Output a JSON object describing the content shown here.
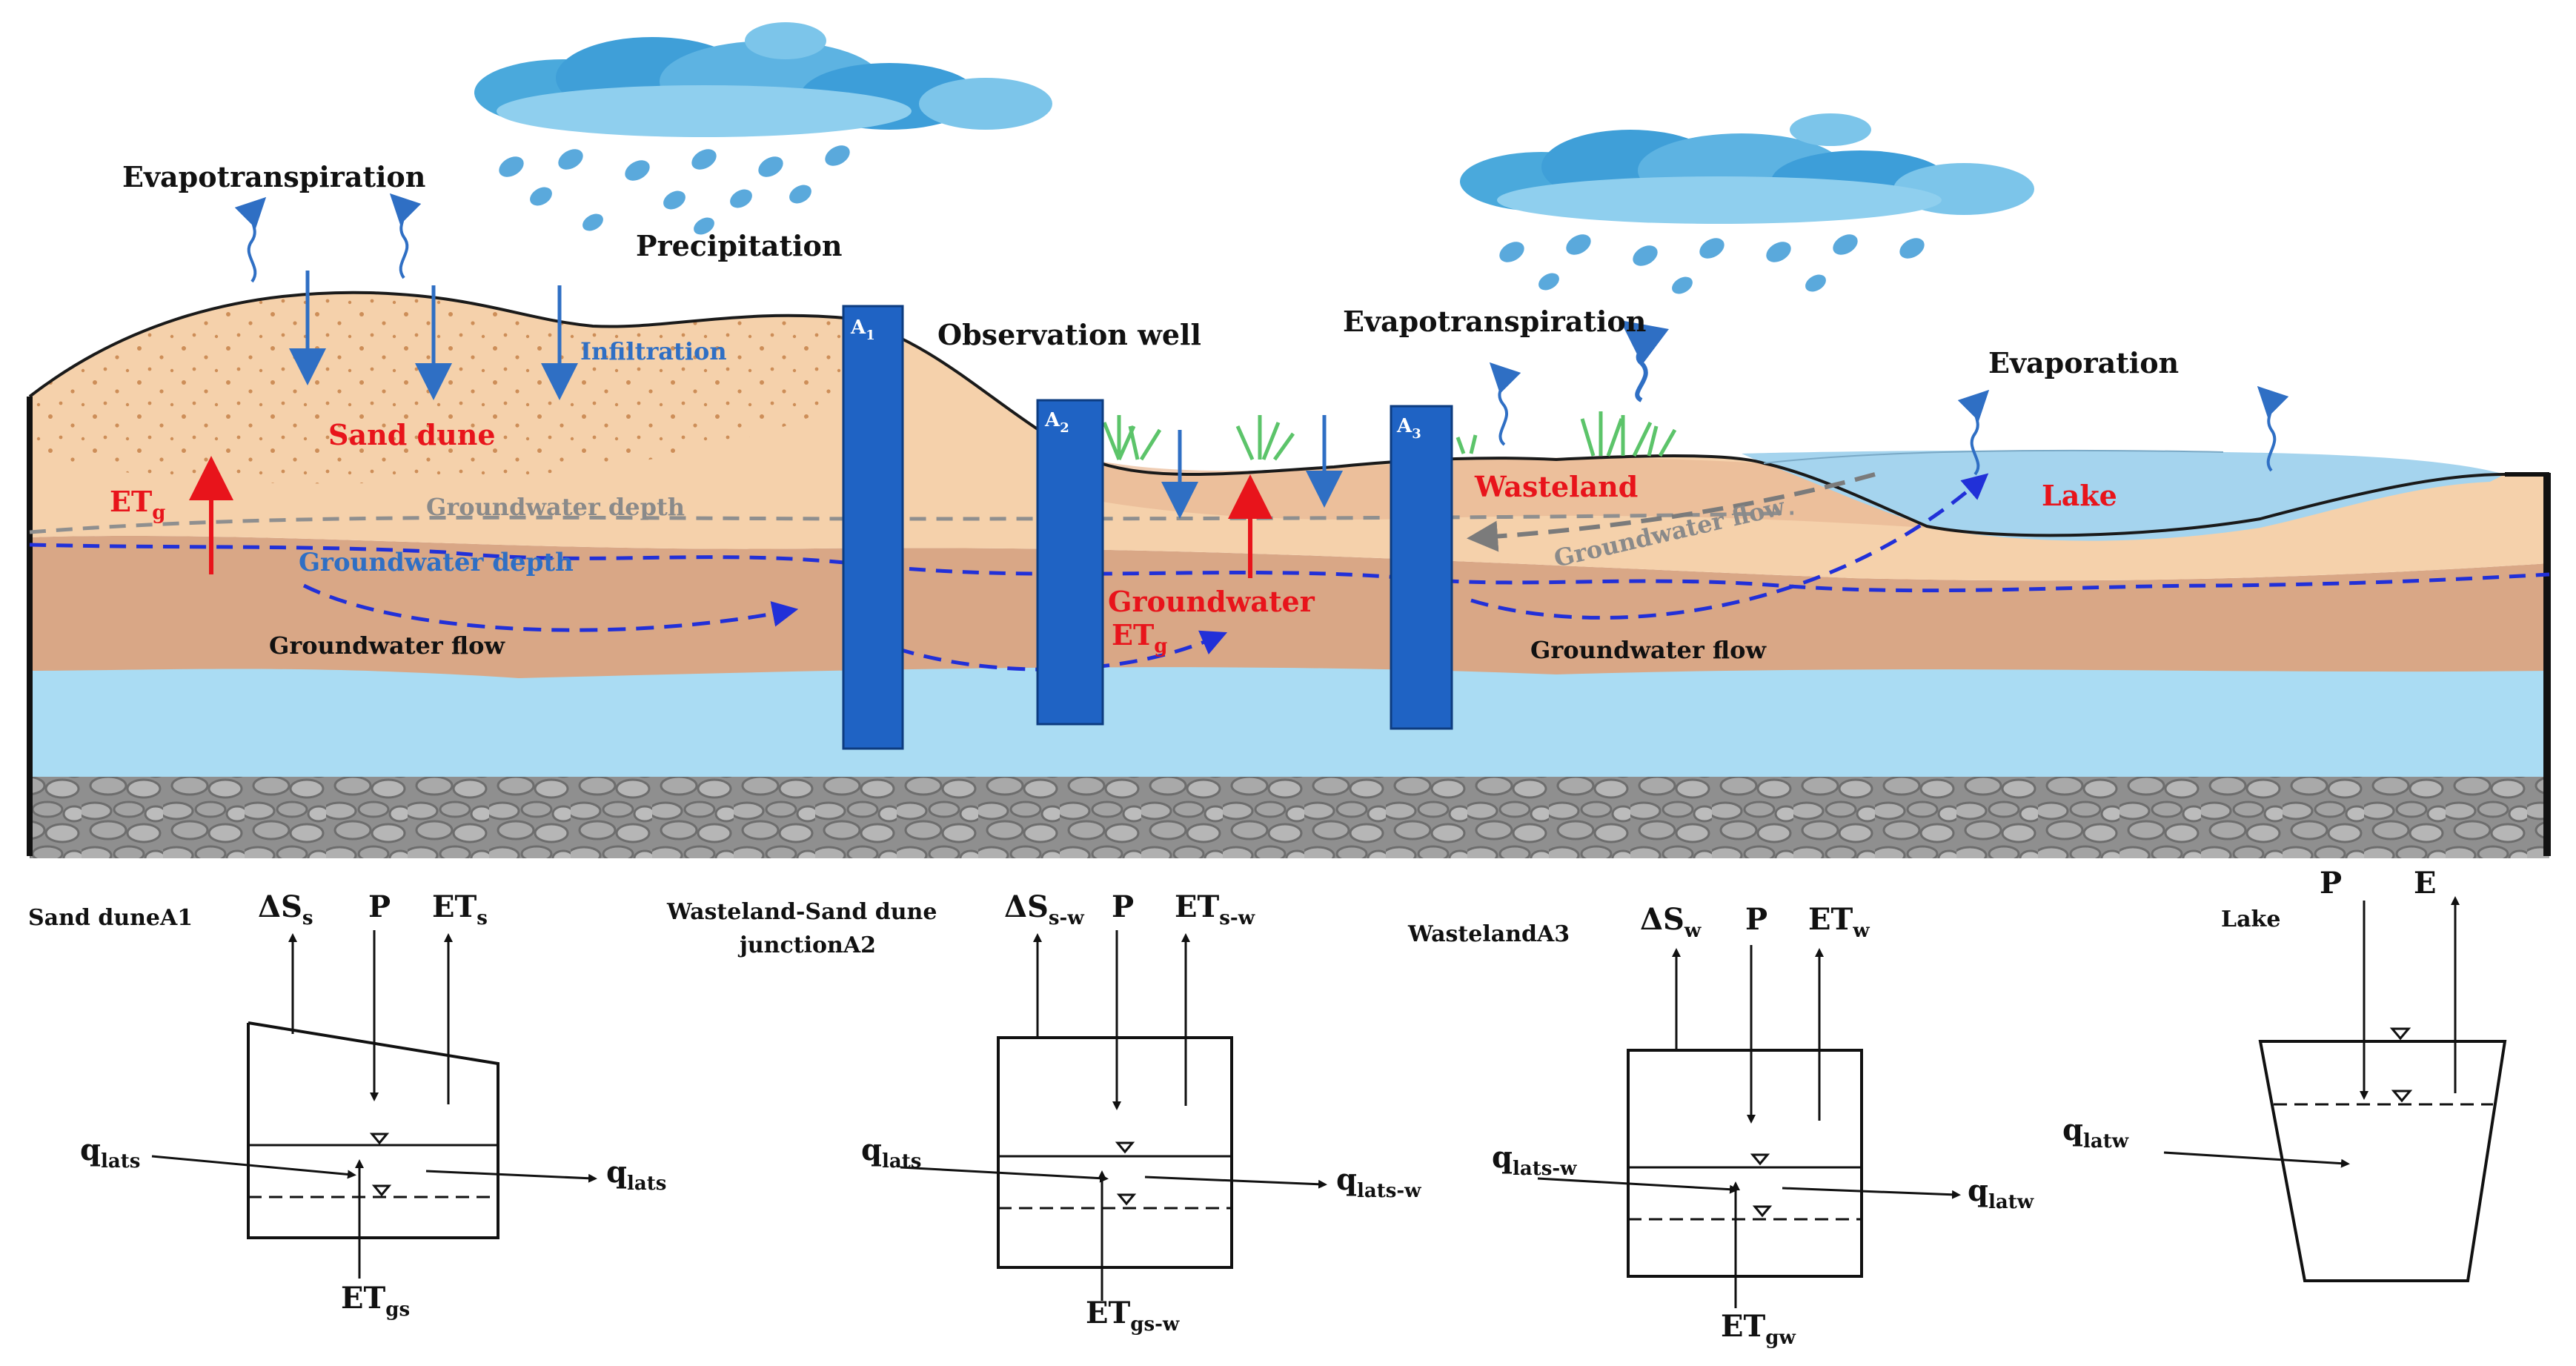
{
  "scene": {
    "labels": {
      "evapotranspiration_left": "Evapotranspiration",
      "precipitation": "Precipitation",
      "infiltration": "Infiltration",
      "sand_dune": "Sand dune",
      "groundwater_depth_grey": "Groundwater depth",
      "groundwater_depth_blue": "Groundwater depth",
      "groundwater_flow_left": "Groundwater flow",
      "observation_well": "Observation well",
      "evapotranspiration_right": "Evapotranspiration",
      "evaporation": "Evaporation",
      "wasteland": "Wasteland",
      "lake": "Lake",
      "groundwater_flow_grey": "Groundwater flow",
      "groundwater_red": "Groundwater",
      "groundwater_flow_right": "Groundwater flow"
    },
    "etg_left": {
      "base": "ET",
      "sub": "g"
    },
    "etg_mid": {
      "base": "ET",
      "sub": "g"
    },
    "wells": [
      {
        "base": "A",
        "sub": "1"
      },
      {
        "base": "A",
        "sub": "2"
      },
      {
        "base": "A",
        "sub": "3"
      }
    ]
  },
  "boxes": [
    {
      "title": "Sand duneA1",
      "storage": {
        "base": "ΔS",
        "sub": "s"
      },
      "p": "P",
      "et": {
        "base": "ET",
        "sub": "s"
      },
      "q_in": {
        "base": "q",
        "sub": "lats"
      },
      "q_out": {
        "base": "q",
        "sub": "lats"
      },
      "etg": {
        "base": "ET",
        "sub": "gs"
      }
    },
    {
      "title_line1": "Wasteland-Sand dune",
      "title_line2": "junctionA2",
      "storage": {
        "base": "ΔS",
        "sub": "s-w"
      },
      "p": "P",
      "et": {
        "base": "ET",
        "sub": "s-w"
      },
      "q_in": {
        "base": "q",
        "sub": "lats"
      },
      "q_out": {
        "base": "q",
        "sub": "lats-w"
      },
      "etg": {
        "base": "ET",
        "sub": "gs-w"
      }
    },
    {
      "title": "WastelandA3",
      "storage": {
        "base": "ΔS",
        "sub": "w"
      },
      "p": "P",
      "et": {
        "base": "ET",
        "sub": "w"
      },
      "q_in": {
        "base": "q",
        "sub": "lats-w"
      },
      "q_out": {
        "base": "q",
        "sub": "latw"
      },
      "etg": {
        "base": "ET",
        "sub": "gw"
      }
    },
    {
      "title": "Lake",
      "p": "P",
      "e": "E",
      "q_in": {
        "base": "q",
        "sub": "latw"
      }
    }
  ],
  "colors": {
    "sand": "#f7d9b5",
    "soil": "#d9a786",
    "aquifer": "#aadcf3",
    "gravel": "#9a9a9a",
    "well": "#1f63c4",
    "lake": "#a5d4ee",
    "red": "#e8141b",
    "flow_blue": "#2130d8"
  }
}
